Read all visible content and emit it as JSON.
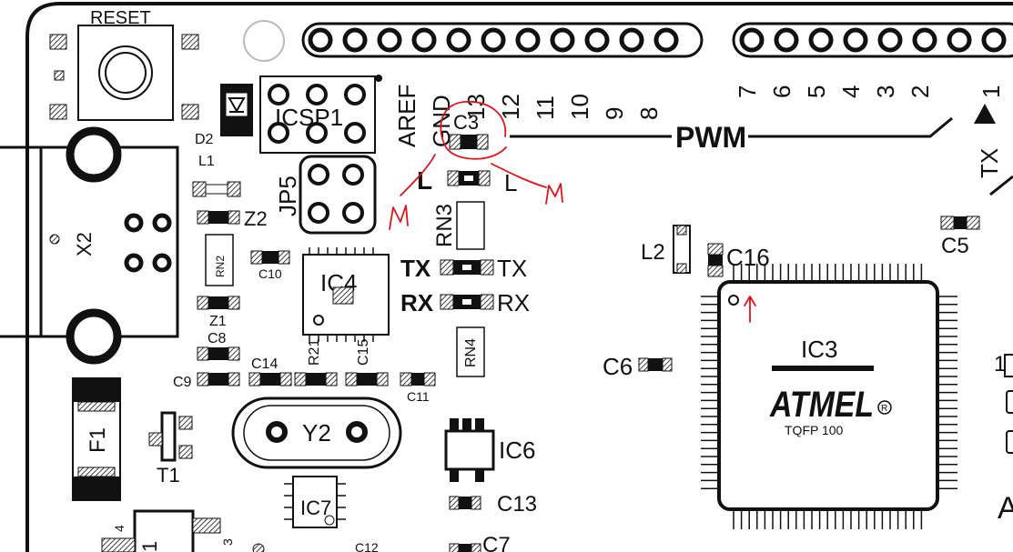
{
  "board": {
    "reset_label": "RESET",
    "icsp_label": "ICSP1",
    "jp5_label": "JP5",
    "d2_label": "D2",
    "l1_label": "L1",
    "z2_label": "Z2",
    "z1_label": "Z1",
    "x2_label": "X2",
    "rn2_label": "RN2",
    "rn3_label": "RN3",
    "rn4_label": "RN4",
    "r21_label": "R21",
    "c10_label": "C10",
    "c8_label": "C8",
    "c9_label": "C9",
    "c14_label": "C14",
    "c15_label": "C15",
    "c11_label": "C11",
    "c3_label": "C3",
    "c5_label": "C5",
    "c6_label": "C6",
    "c7_label": "C7",
    "c12_label": "C12",
    "c13_label": "C13",
    "c16_label": "C16",
    "l2_label": "L2",
    "ic3_label": "IC3",
    "ic4_label": "IC4",
    "ic6_label": "IC6",
    "ic7_label": "IC7",
    "y2_label": "Y2",
    "f1_label": "F1",
    "t1_label": "T1",
    "l_led_label": "L",
    "l_led_label_right": "L",
    "tx_left": "TX",
    "tx_right": "TX",
    "rx_left": "RX",
    "rx_right": "RX",
    "pwm_label": "PWM",
    "tx_arrow_label": "TX",
    "atmel_logo": "ATMEL",
    "package_label": "TQFP 100",
    "header_pins": [
      "AREF",
      "GND",
      "13",
      "12",
      "11",
      "10",
      "9",
      "8"
    ],
    "header_pins_right": [
      "7",
      "6",
      "5",
      "4",
      "3",
      "2",
      "1"
    ],
    "edge_digit_1": "1",
    "edge_letter": "A",
    "pin_num_4": "4",
    "pin_num_3": "3",
    "pin_num_1": "1"
  },
  "annotations": {
    "mark_m_left": "M",
    "mark_m_right": "M",
    "arrow_note": "↑"
  }
}
